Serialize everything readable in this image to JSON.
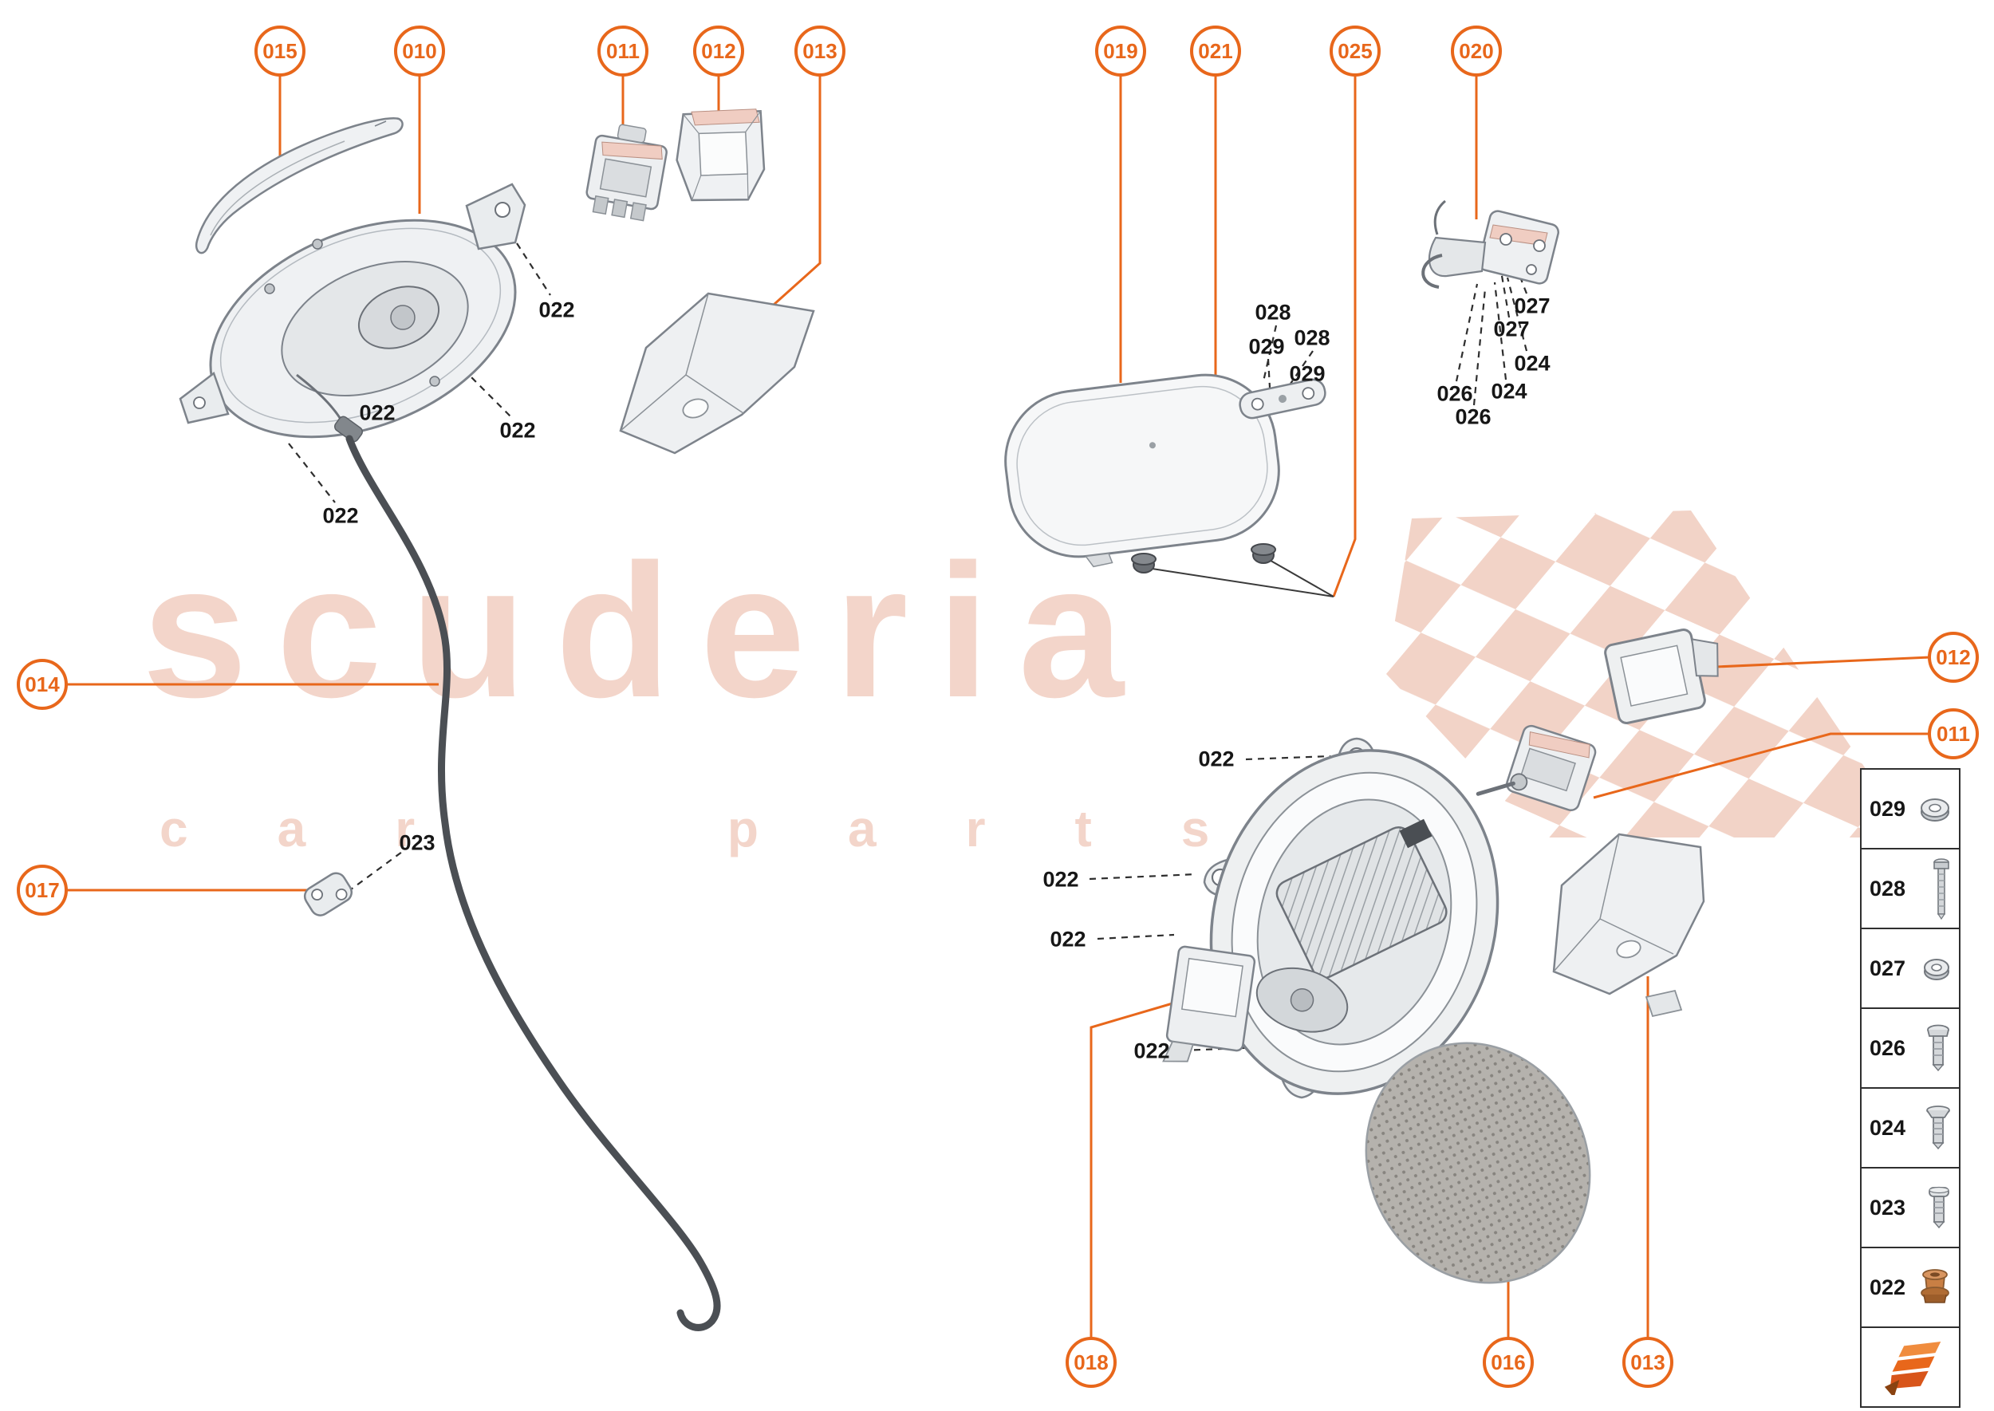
{
  "accent_color": "#e8671b",
  "watermark": {
    "title": "scuderia",
    "subtitle": "car parts"
  },
  "callouts": [
    "015",
    "010",
    "011",
    "012",
    "013",
    "019",
    "021",
    "025",
    "020",
    "014",
    "017",
    "012",
    "011",
    "018",
    "016",
    "013"
  ],
  "part_labels": [
    "022",
    "022",
    "022",
    "022",
    "023",
    "028",
    "029",
    "028",
    "029",
    "027",
    "027",
    "024",
    "024",
    "026",
    "026",
    "022",
    "022",
    "022",
    "022"
  ],
  "legend": {
    "rows": [
      {
        "label": "029",
        "icon": "washer-icon"
      },
      {
        "label": "028",
        "icon": "bolt-icon"
      },
      {
        "label": "027",
        "icon": "washer-icon"
      },
      {
        "label": "026",
        "icon": "screw-icon"
      },
      {
        "label": "024",
        "icon": "screw-icon"
      },
      {
        "label": "023",
        "icon": "screw-icon"
      },
      {
        "label": "022",
        "icon": "grommet-icon"
      },
      {
        "label": "",
        "icon": "scuderia-logo"
      }
    ]
  }
}
